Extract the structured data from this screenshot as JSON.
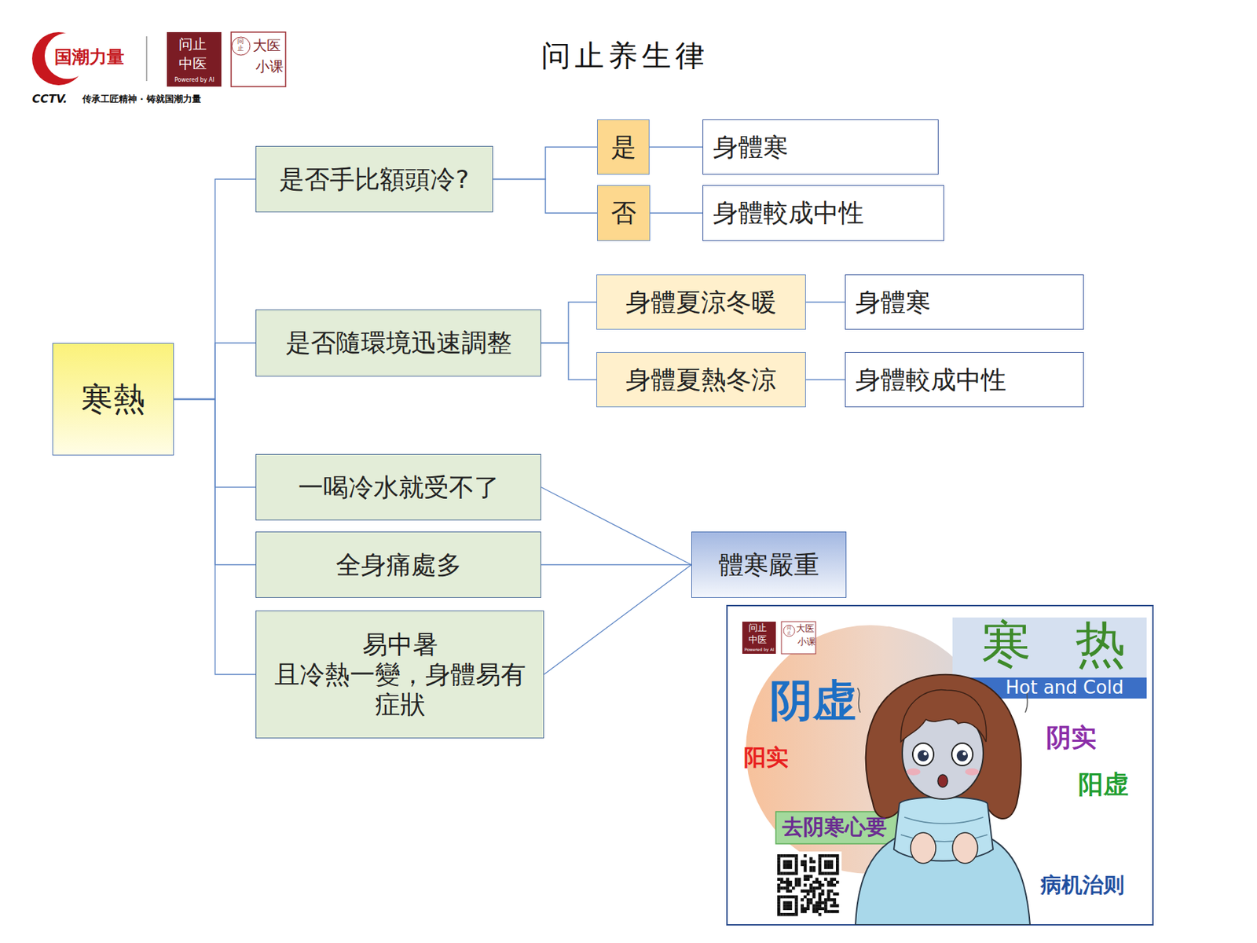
{
  "diagram": {
    "title": "问止养生律",
    "nodes": [
      {
        "text": [
          "寒熱"
        ]
      },
      {
        "text": [
          "是否手比額頭冷?"
        ]
      },
      {
        "text": [
          "是"
        ]
      },
      {
        "text": [
          "身體寒"
        ]
      },
      {
        "text": [
          "否"
        ]
      },
      {
        "text": [
          "身體較成中性"
        ]
      },
      {
        "text": [
          "是否隨環境迅速調整"
        ]
      },
      {
        "text": [
          "身體夏涼冬暖"
        ]
      },
      {
        "text": [
          "身體寒"
        ]
      },
      {
        "text": [
          "身體夏熱冬涼"
        ]
      },
      {
        "text": [
          "身體較成中性"
        ]
      },
      {
        "text": [
          "一喝冷水就受不了"
        ]
      },
      {
        "text": [
          "全身痛處多"
        ]
      },
      {
        "text": [
          "易中暑",
          "且冷熱一變，身體易有症狀"
        ]
      },
      {
        "text": [
          "體寒嚴重"
        ]
      }
    ],
    "edges": [
      {
        "from": 0,
        "to": 1,
        "arrow": "none"
      },
      {
        "from": 0,
        "to": 6,
        "arrow": "none"
      },
      {
        "from": 0,
        "to": 11,
        "arrow": "none"
      },
      {
        "from": 0,
        "to": 12,
        "arrow": "none"
      },
      {
        "from": 0,
        "to": 13,
        "arrow": "none"
      },
      {
        "from": 1,
        "to": 2,
        "arrow": "none"
      },
      {
        "from": 1,
        "to": 4,
        "arrow": "none"
      },
      {
        "from": 2,
        "to": 3,
        "arrow": "none"
      },
      {
        "from": 4,
        "to": 5,
        "arrow": "none"
      },
      {
        "from": 6,
        "to": 7,
        "arrow": "none"
      },
      {
        "from": 6,
        "to": 9,
        "arrow": "none"
      },
      {
        "from": 7,
        "to": 8,
        "arrow": "none"
      },
      {
        "from": 9,
        "to": 10,
        "arrow": "none"
      },
      {
        "from": 11,
        "to": 14,
        "arrow": "none"
      },
      {
        "from": 12,
        "to": 14,
        "arrow": "none"
      },
      {
        "from": 13,
        "to": 14,
        "arrow": "none"
      }
    ],
    "labels": [
      "国潮力量",
      "CCTV.",
      "传承工匠精神 · 铸就国潮力量",
      "问止",
      "中医",
      "Powered by AI",
      "问止",
      "大医",
      "小课",
      "问止",
      "中医",
      "Powered by AI",
      "问止",
      "大医",
      "小课",
      "寒",
      "热",
      "Hot and Cold",
      "阴虚",
      "阳实",
      "阴实",
      "阳虚",
      "去阴寒心要",
      "病机治则"
    ]
  }
}
